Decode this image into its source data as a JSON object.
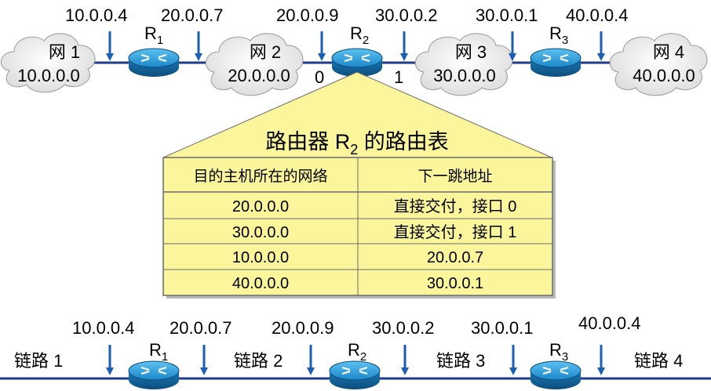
{
  "top_network": {
    "clouds": [
      {
        "name": "网 1",
        "addr": "10.0.0.0"
      },
      {
        "name": "网 2",
        "addr": "20.0.0.0"
      },
      {
        "name": "网 3",
        "addr": "30.0.0.0"
      },
      {
        "name": "网 4",
        "addr": "40.0.0.0"
      }
    ],
    "routers": [
      {
        "label": "R",
        "sub": "1"
      },
      {
        "label": "R",
        "sub": "2"
      },
      {
        "label": "R",
        "sub": "3"
      }
    ],
    "iface_addrs": [
      "10.0.0.4",
      "20.0.0.7",
      "20.0.0.9",
      "30.0.0.2",
      "30.0.0.1",
      "40.0.0.4"
    ],
    "ports": [
      "0",
      "1"
    ]
  },
  "routing_table": {
    "title_main": "路由器 R",
    "title_sub": "2",
    "title_end": " 的路由表",
    "headers": [
      "目的主机所在的网络",
      "下一跳地址"
    ],
    "rows": [
      [
        "20.0.0.0",
        "直接交付，接口 0"
      ],
      [
        "30.0.0.0",
        "直接交付，接口 1"
      ],
      [
        "10.0.0.0",
        "20.0.0.7"
      ],
      [
        "40.0.0.0",
        "30.0.0.1"
      ]
    ]
  },
  "bottom_links": {
    "links": [
      "链路 1",
      "链路 2",
      "链路 3",
      "链路 4"
    ],
    "routers": [
      {
        "label": "R",
        "sub": "1"
      },
      {
        "label": "R",
        "sub": "2"
      },
      {
        "label": "R",
        "sub": "3"
      }
    ],
    "iface_addrs": [
      "10.0.0.4",
      "20.0.0.7",
      "20.0.0.9",
      "30.0.0.2",
      "30.0.0.1",
      "40.0.0.4"
    ]
  },
  "colors": {
    "line": "#1f3a8a",
    "arrow": "#1a5fb4",
    "router": "#1b86c9",
    "cloud_fill": "#f4f4f4",
    "table_fill": "#fbf59c",
    "triangle_fill": "#fbf59c"
  }
}
